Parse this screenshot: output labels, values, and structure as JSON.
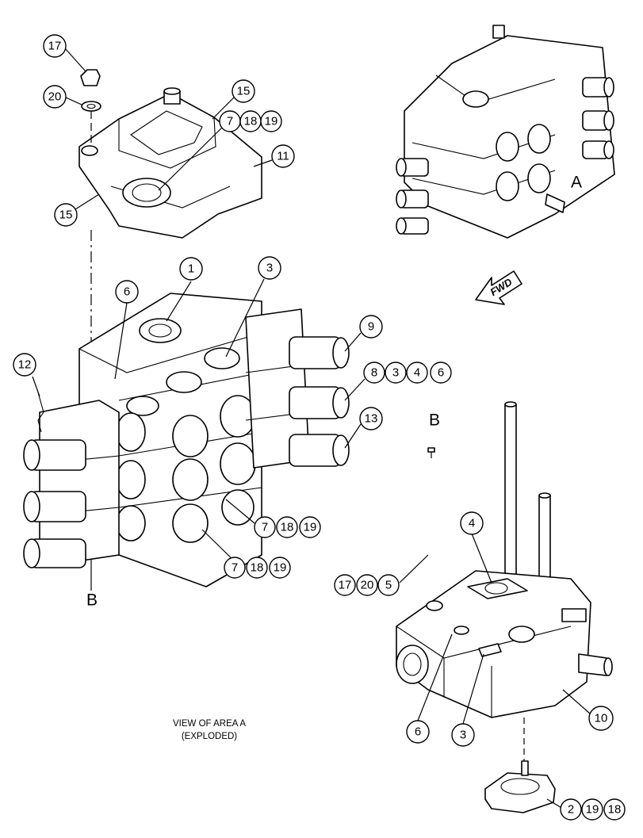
{
  "callouts": {
    "c17": "17",
    "c20": "20",
    "c15a": "15",
    "c15b": "15",
    "c7a": "7",
    "c18a": "18",
    "c19a": "19",
    "c11": "11",
    "c1": "1",
    "c3a": "3",
    "c6a": "6",
    "c12": "12",
    "c9": "9",
    "c8": "8",
    "c3b": "3",
    "c4a": "4",
    "c6b": "6",
    "c13": "13",
    "c7b": "7",
    "c18b": "18",
    "c19b": "19",
    "c7c": "7",
    "c18c": "18",
    "c19c": "19",
    "c17b": "17",
    "c20b": "20",
    "c5": "5",
    "c4b": "4",
    "c6c": "6",
    "c3c": "3",
    "c10": "10",
    "c2": "2",
    "c19d": "19",
    "c18d": "18"
  },
  "letters": {
    "area_a": "A",
    "b_upper": "B",
    "b_lower": "B"
  },
  "direction_label": "FWD",
  "caption": {
    "line1": "VIEW OF AREA  A",
    "line2": "(EXPLODED)"
  }
}
